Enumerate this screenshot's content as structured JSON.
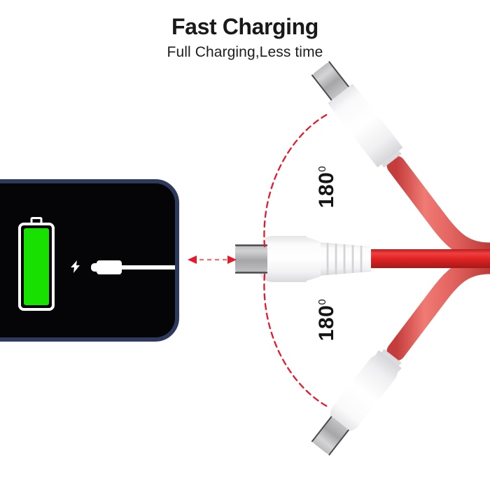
{
  "header": {
    "title": "Fast Charging",
    "subtitle": "Full Charging,Less time"
  },
  "device": {
    "name": "charging-phone",
    "screen_color": "#050507",
    "frame_color": "#2e3a5c",
    "battery": {
      "icon": "battery-full-icon",
      "fill_color": "#18e000",
      "level_percent": 100
    },
    "bolt_icon": "lightning-bolt-icon",
    "port_icon": "usb-c-port-icon"
  },
  "annotations": {
    "angle_top": "180",
    "angle_top_unit": "0",
    "angle_bottom": "180",
    "angle_bottom_unit": "0",
    "arc_color": "#e8192c",
    "arrow_color": "#e8192c",
    "connect_arrow": "double-headed-dashed-arrow"
  },
  "product": {
    "name": "usb-c-splitter-cable",
    "cable_color": "#d92b2b",
    "branch_cable_color": "#e2635f",
    "connector_body_color": "#ffffff",
    "connector_tip_color": "#a9a9ab",
    "connectors": [
      {
        "id": "center-connector",
        "label": "usb-c-connector-center",
        "orientation": "horizontal-left"
      },
      {
        "id": "top-connector",
        "label": "usb-c-connector-top",
        "orientation": "angled-up-left"
      },
      {
        "id": "bottom-connector",
        "label": "usb-c-connector-bottom",
        "orientation": "angled-down-left"
      }
    ]
  }
}
